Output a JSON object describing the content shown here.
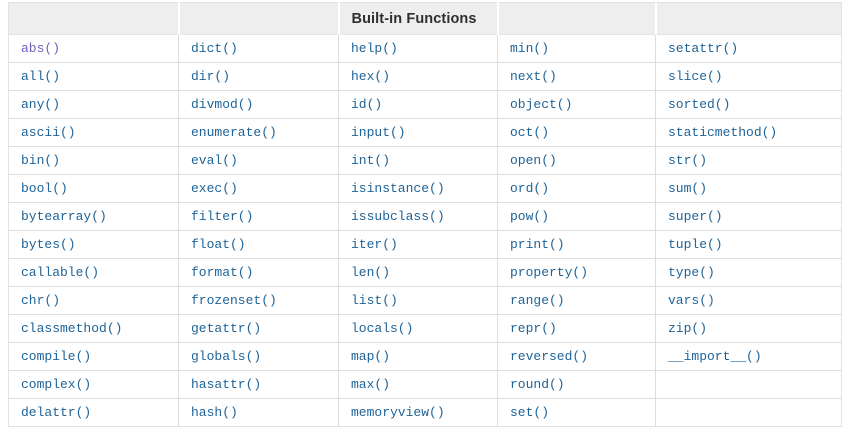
{
  "table": {
    "caption": "Built-in Functions",
    "header_column_index": 2,
    "headers": [
      "",
      "",
      "Built-in Functions",
      "",
      ""
    ],
    "link_color": "#1f6397",
    "visited_link_color": "#6f5ec1",
    "header_background": "#eeeeee",
    "border_color": "#dddddd",
    "visited_links": [
      "abs()"
    ],
    "rows": [
      {
        "cells": [
          "abs()",
          "dict()",
          "help()",
          "min()",
          "setattr()"
        ]
      },
      {
        "cells": [
          "all()",
          "dir()",
          "hex()",
          "next()",
          "slice()"
        ]
      },
      {
        "cells": [
          "any()",
          "divmod()",
          "id()",
          "object()",
          "sorted()"
        ]
      },
      {
        "cells": [
          "ascii()",
          "enumerate()",
          "input()",
          "oct()",
          "staticmethod()"
        ]
      },
      {
        "cells": [
          "bin()",
          "eval()",
          "int()",
          "open()",
          "str()"
        ]
      },
      {
        "cells": [
          "bool()",
          "exec()",
          "isinstance()",
          "ord()",
          "sum()"
        ]
      },
      {
        "cells": [
          "bytearray()",
          "filter()",
          "issubclass()",
          "pow()",
          "super()"
        ]
      },
      {
        "cells": [
          "bytes()",
          "float()",
          "iter()",
          "print()",
          "tuple()"
        ]
      },
      {
        "cells": [
          "callable()",
          "format()",
          "len()",
          "property()",
          "type()"
        ]
      },
      {
        "cells": [
          "chr()",
          "frozenset()",
          "list()",
          "range()",
          "vars()"
        ]
      },
      {
        "cells": [
          "classmethod()",
          "getattr()",
          "locals()",
          "repr()",
          "zip()"
        ]
      },
      {
        "cells": [
          "compile()",
          "globals()",
          "map()",
          "reversed()",
          "__import__()"
        ]
      },
      {
        "cells": [
          "complex()",
          "hasattr()",
          "max()",
          "round()",
          ""
        ]
      },
      {
        "cells": [
          "delattr()",
          "hash()",
          "memoryview()",
          "set()",
          ""
        ]
      }
    ]
  }
}
